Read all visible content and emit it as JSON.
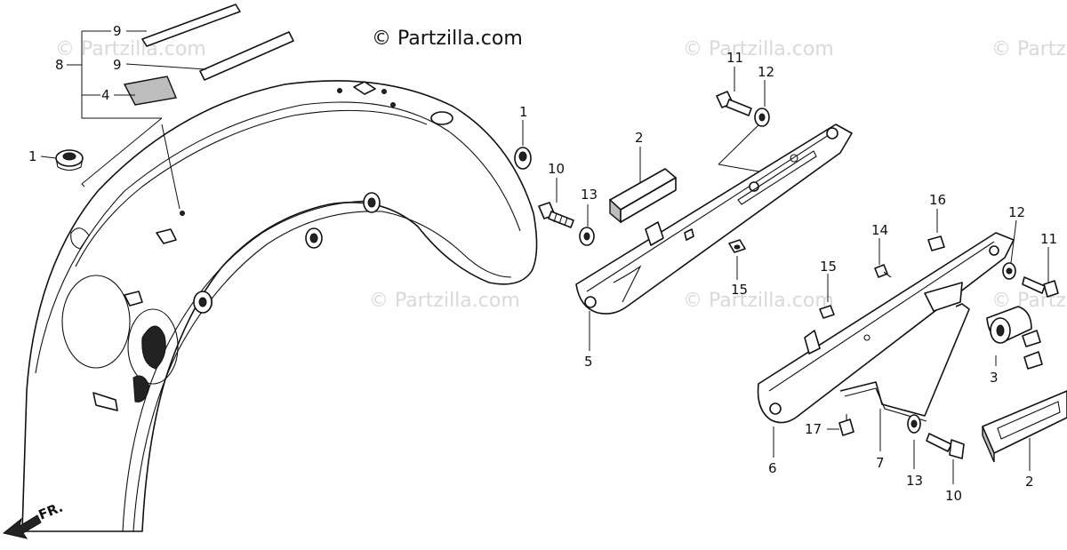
{
  "copyright": "© Partzilla.com",
  "watermark": "© Partzilla.com",
  "front_arrow_label": "FR.",
  "callouts": {
    "c9a": "9",
    "c8": "8",
    "c9b": "9",
    "c4": "4",
    "c1a": "1",
    "c1b": "1",
    "c2a": "2",
    "c10a": "10",
    "c13a": "13",
    "c11a": "11",
    "c12a": "12",
    "c15a": "15",
    "c5": "5",
    "c16": "16",
    "c14": "14",
    "c15b": "15",
    "c12b": "12",
    "c11b": "11",
    "c3": "3",
    "c17": "17",
    "c6": "6",
    "c7": "7",
    "c13b": "13",
    "c10b": "10",
    "c2b": "2"
  }
}
